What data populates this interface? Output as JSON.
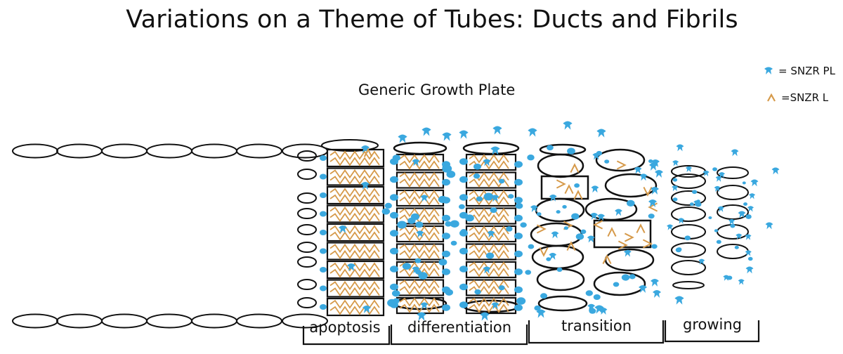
{
  "title": "Variations on a Theme of Tubes: Ducts and Fibrils",
  "subtitle": "Generic Growth Plate",
  "legend": [
    {
      "symbol": "pl",
      "label": "= SNZR  PL",
      "color": "#3aa8df"
    },
    {
      "symbol": "l",
      "label": "=SNZR  L",
      "color": "#d69a4a"
    }
  ],
  "stages": [
    "apoptosis",
    "differentiation",
    "transition",
    "growing"
  ],
  "colors": {
    "pl": "#3aa8df",
    "l": "#d69a4a",
    "outline": "#111111"
  }
}
